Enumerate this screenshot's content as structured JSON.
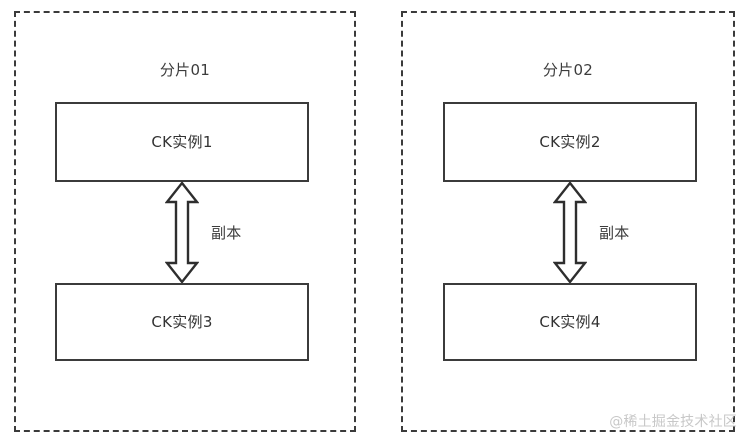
{
  "diagram": {
    "watermark": "@稀土掘金技术社区",
    "shards": [
      {
        "title": "分片01",
        "replica_label": "副本",
        "top_instance": "CK实例1",
        "bottom_instance": "CK实例3",
        "arrow_icon": "double-headed-vertical-arrow-icon"
      },
      {
        "title": "分片02",
        "replica_label": "副本",
        "top_instance": "CK实例2",
        "bottom_instance": "CK实例4",
        "arrow_icon": "double-headed-vertical-arrow-icon"
      }
    ]
  },
  "colors": {
    "panel_border": "#3b3b3b",
    "box_border": "#3b3b3b",
    "text": "#333333",
    "watermark": "#c8c8c8",
    "background": "#ffffff"
  }
}
